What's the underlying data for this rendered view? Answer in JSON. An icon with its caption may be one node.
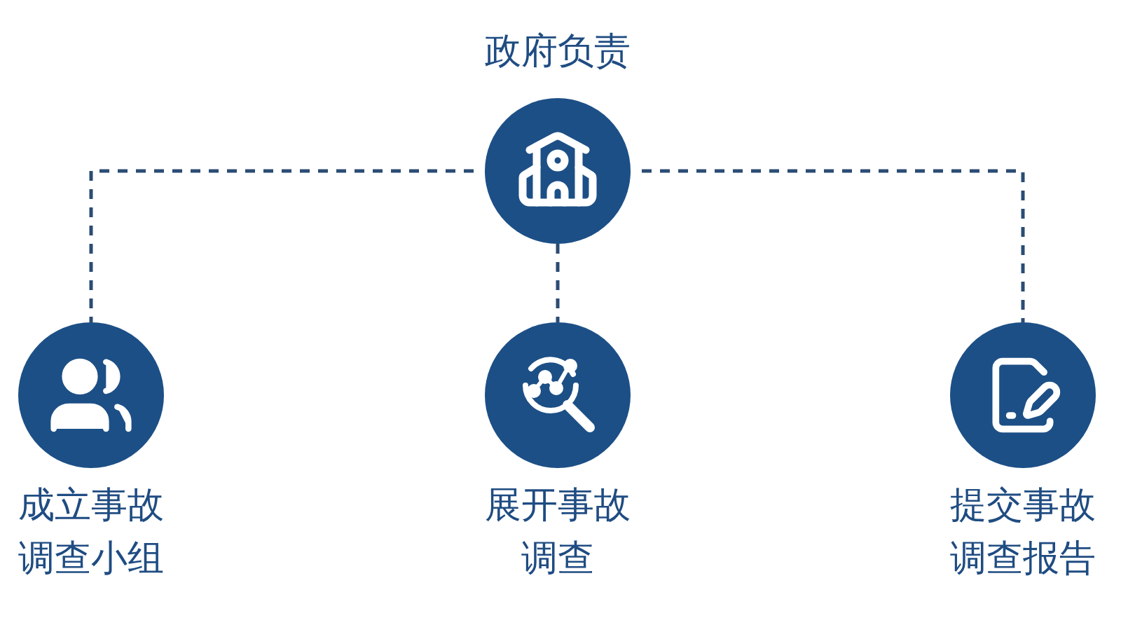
{
  "diagram": {
    "nodes": [
      {
        "text": [
          "政府负责"
        ]
      },
      {
        "text": [
          "成立事故调查小组"
        ]
      },
      {
        "text": [
          "展开事故调查"
        ]
      },
      {
        "text": [
          "提交事故调查报告"
        ]
      }
    ],
    "edges": [
      {
        "from": 0,
        "to": 1,
        "arrow": "none",
        "style": "dashed"
      },
      {
        "from": 0,
        "to": 2,
        "arrow": "none",
        "style": "dashed"
      },
      {
        "from": 0,
        "to": 3,
        "arrow": "none",
        "style": "dashed"
      }
    ]
  }
}
